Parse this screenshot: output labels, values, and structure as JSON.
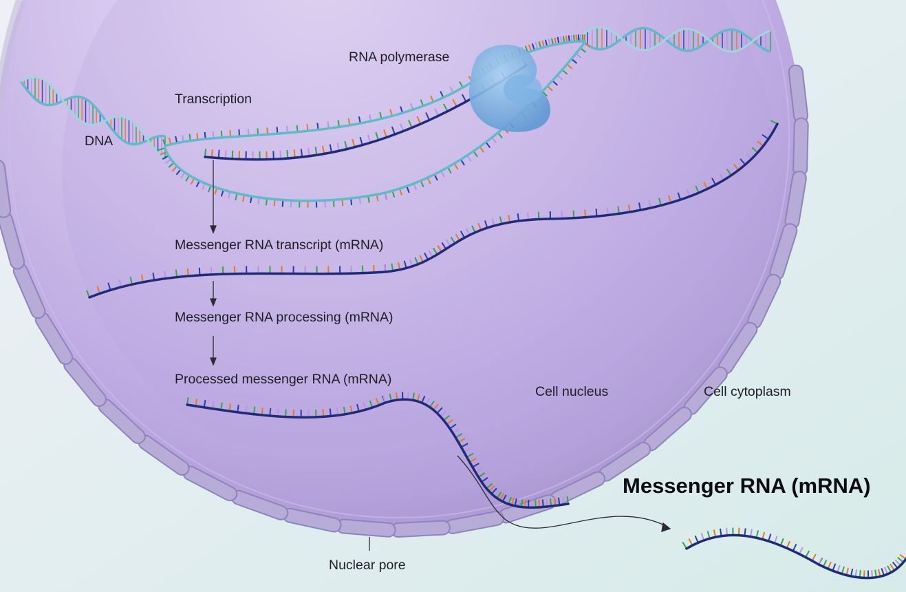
{
  "labels": {
    "rna_polymerase": "RNA polymerase",
    "transcription": "Transcription",
    "dna": "DNA",
    "mrna_transcript": "Messenger RNA transcript (mRNA)",
    "mrna_processing": "Messenger RNA processing (mRNA)",
    "processed_mrna": "Processed messenger RNA (mRNA)",
    "cell_nucleus": "Cell nucleus",
    "cell_cytoplasm": "Cell cytoplasm",
    "nuclear_pore": "Nuclear pore"
  },
  "title": "Messenger RNA (mRNA)",
  "colors": {
    "background": "#e6eff1",
    "nucleus": "#c6b2e4",
    "nucleus_shadow": "#a893c9",
    "envelope": "#b7abd8",
    "envelope_stroke": "#8f82bd",
    "dna_strand": "#62b9c9",
    "mrna_strand": "#1f2a78",
    "polymerase": "#6fa6dc",
    "base_colors": [
      "#3aa14a",
      "#e07a2a",
      "#2a3aa8",
      "#b497e0"
    ]
  }
}
